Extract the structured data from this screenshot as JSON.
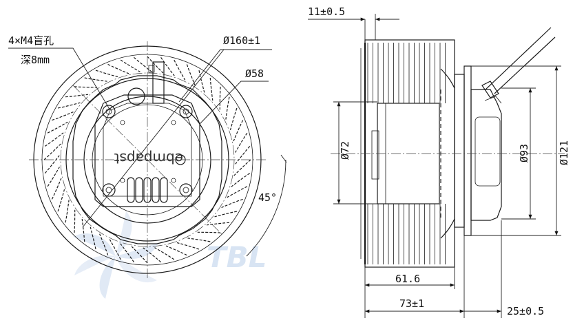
{
  "front_view": {
    "mounting_holes_line1": "4×M4盲孔",
    "mounting_holes_line2": "深8mm",
    "outer_diameter": "Ø160±1",
    "inner_diameter": "Ø58",
    "angle": "45°",
    "brand_logo": "ebmpapst"
  },
  "side_view": {
    "dim_top": "11±0.5",
    "dim_hub": "Ø72",
    "dim_flange_inner": "Ø93",
    "dim_flange_outer": "Ø121",
    "dim_width_inner": "61.6",
    "dim_width_total": "73±1",
    "dim_offset": "25±0.5"
  },
  "watermark": {
    "text": "TBL",
    "colors": [
      "#b5c9e8",
      "#d8e4f3"
    ]
  }
}
